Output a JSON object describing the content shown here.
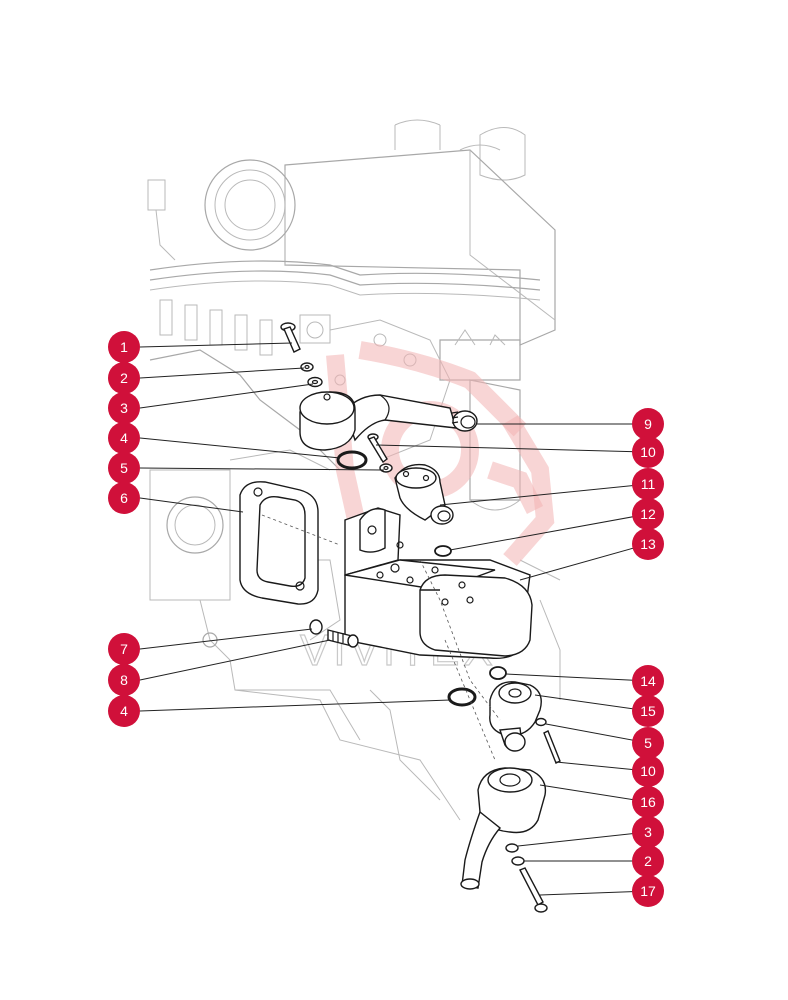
{
  "diagram": {
    "watermark_text": "VIVITEX",
    "callouts_left": [
      {
        "id": "c-1",
        "label": "1"
      },
      {
        "id": "c-2",
        "label": "2"
      },
      {
        "id": "c-3",
        "label": "3"
      },
      {
        "id": "c-4",
        "label": "4"
      },
      {
        "id": "c-5",
        "label": "5"
      },
      {
        "id": "c-6",
        "label": "6"
      },
      {
        "id": "c-7",
        "label": "7"
      },
      {
        "id": "c-8",
        "label": "8"
      },
      {
        "id": "c-4b",
        "label": "4"
      }
    ],
    "callouts_right": [
      {
        "id": "c-9",
        "label": "9"
      },
      {
        "id": "c-10",
        "label": "10"
      },
      {
        "id": "c-11",
        "label": "11"
      },
      {
        "id": "c-12",
        "label": "12"
      },
      {
        "id": "c-13",
        "label": "13"
      },
      {
        "id": "c-14",
        "label": "14"
      },
      {
        "id": "c-15",
        "label": "15"
      },
      {
        "id": "c-5b",
        "label": "5"
      },
      {
        "id": "c-10b",
        "label": "10"
      },
      {
        "id": "c-16",
        "label": "16"
      },
      {
        "id": "c-3b",
        "label": "3"
      },
      {
        "id": "c-2b",
        "label": "2"
      },
      {
        "id": "c-17",
        "label": "17"
      }
    ],
    "colors": {
      "callout_fill": "#d0103a",
      "callout_text": "#ffffff",
      "watermark": "#f3b3b3",
      "engine_line": "#b9b9b9",
      "part_line": "#1a1a1a"
    }
  }
}
